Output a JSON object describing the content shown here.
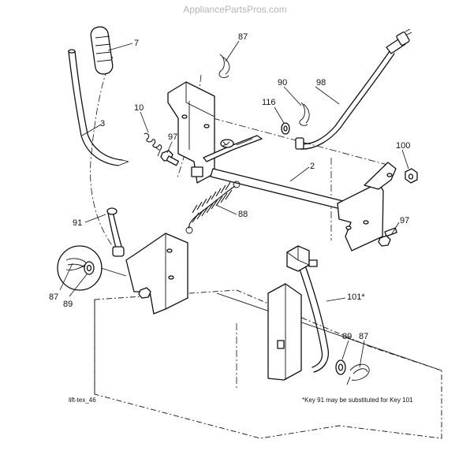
{
  "watermark": "AppliancePartsPros.com",
  "figure_id": "lift-tex_46",
  "footnote": "*Key 91 may be substituted for Key 101",
  "callouts": {
    "c7": "7",
    "c87_top": "87",
    "c3": "3",
    "c10": "10",
    "c97_left": "97",
    "c90": "90",
    "c98": "98",
    "c116": "116",
    "c2": "2",
    "c100": "100",
    "c88": "88",
    "c91": "91",
    "c97_right": "97",
    "c87_left": "87",
    "c89_left": "89",
    "c101": "101*",
    "c89_right": "89",
    "c87_right": "87"
  }
}
